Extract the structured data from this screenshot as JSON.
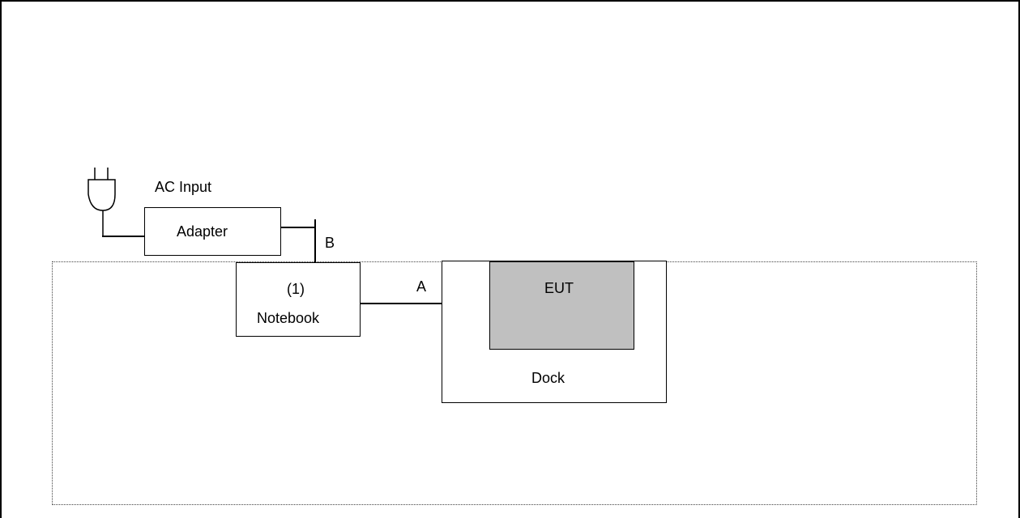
{
  "diagram": {
    "ac_input_label": "AC Input",
    "adapter_label": "Adapter",
    "cable_b_label": "B",
    "cable_a_label": "A",
    "notebook_number": "(1)",
    "notebook_label": "Notebook",
    "eut_label": "EUT",
    "dock_label": "Dock"
  },
  "colors": {
    "line": "#000000",
    "eut_fill": "#c0c0c0",
    "background": "#ffffff"
  },
  "icons": {
    "plug": "power-plug-icon"
  }
}
